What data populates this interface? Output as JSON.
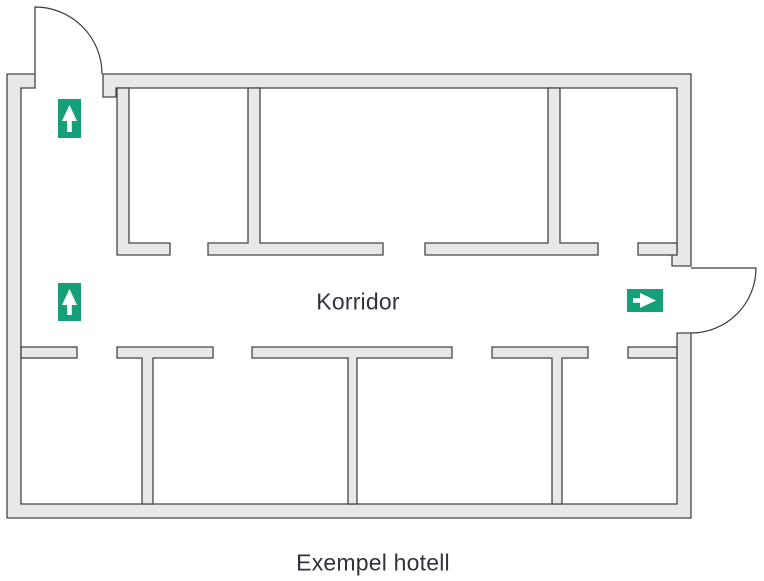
{
  "diagram": {
    "type": "floor-plan",
    "title": "Exempel hotell",
    "corridor_label": "Korridor",
    "colors": {
      "wall_fill": "#e8e8e8",
      "wall_outline": "#454545",
      "door_line": "#3a3a3a",
      "exit_green": "#16a07a",
      "text": "#32323c"
    },
    "exit_signs": [
      {
        "location": "top-left-vestibule",
        "direction": "up",
        "icon": "arrow-up-icon"
      },
      {
        "location": "corridor-left",
        "direction": "up",
        "icon": "arrow-up-icon"
      },
      {
        "location": "corridor-right",
        "direction": "right",
        "icon": "arrow-right-icon"
      }
    ]
  }
}
